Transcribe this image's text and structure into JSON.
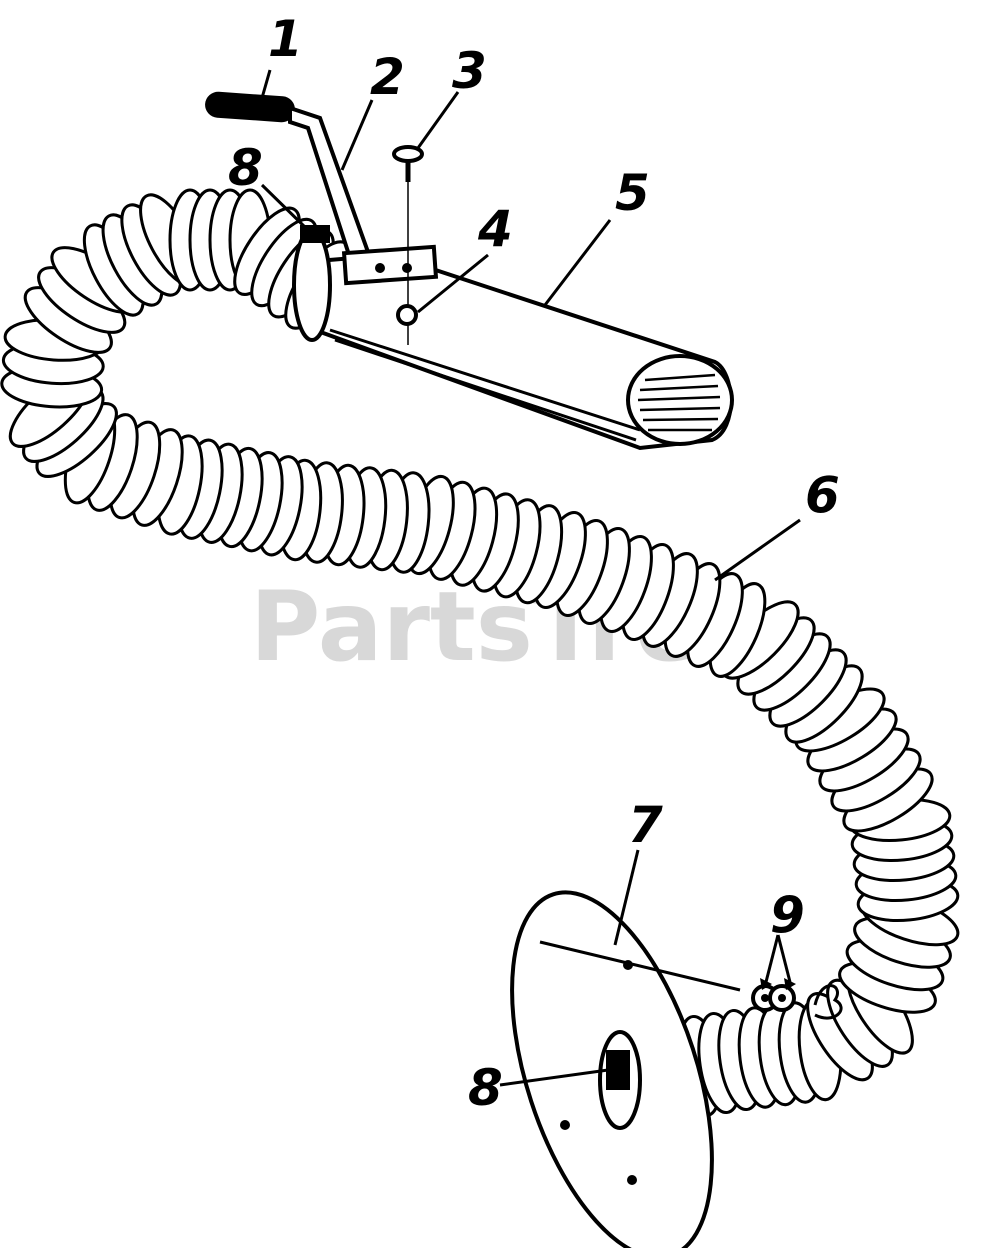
{
  "watermark": {
    "text": "PartsTree"
  },
  "callouts": [
    {
      "id": "1",
      "label": "1"
    },
    {
      "id": "2",
      "label": "2"
    },
    {
      "id": "3",
      "label": "3"
    },
    {
      "id": "4",
      "label": "4"
    },
    {
      "id": "5",
      "label": "5"
    },
    {
      "id": "6",
      "label": "6"
    },
    {
      "id": "7",
      "label": "7"
    },
    {
      "id": "8a",
      "label": "8"
    },
    {
      "id": "8b",
      "label": "8"
    },
    {
      "id": "9",
      "label": "9"
    }
  ]
}
